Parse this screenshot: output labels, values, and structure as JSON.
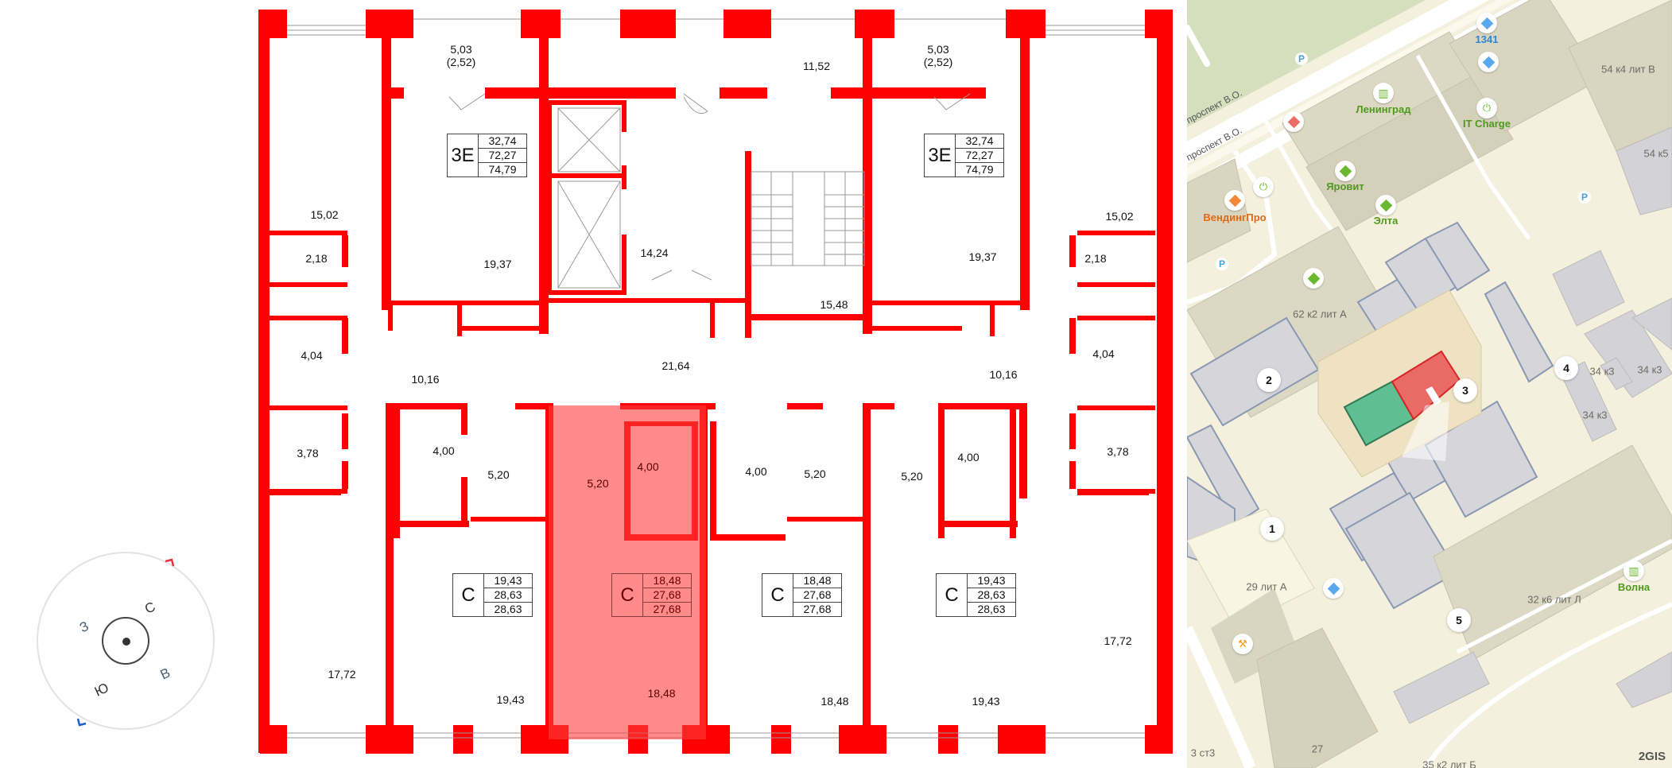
{
  "floor_plan": {
    "wall_color": "#ff0000",
    "highlight_color": "#ff7b7b",
    "units": [
      {
        "id": "unit-3e-left",
        "type": "3E",
        "areas": [
          "32,74",
          "72,27",
          "74,79"
        ],
        "highlighted": false
      },
      {
        "id": "unit-3e-right",
        "type": "3E",
        "areas": [
          "32,74",
          "72,27",
          "74,79"
        ],
        "highlighted": false
      },
      {
        "id": "unit-c-1",
        "type": "C",
        "areas": [
          "19,43",
          "28,63",
          "28,63"
        ],
        "highlighted": false
      },
      {
        "id": "unit-c-2",
        "type": "C",
        "areas": [
          "18,48",
          "27,68",
          "27,68"
        ],
        "highlighted": true
      },
      {
        "id": "unit-c-3",
        "type": "C",
        "areas": [
          "18,48",
          "27,68",
          "27,68"
        ],
        "highlighted": false
      },
      {
        "id": "unit-c-4",
        "type": "C",
        "areas": [
          "19,43",
          "28,63",
          "28,63"
        ],
        "highlighted": false
      }
    ],
    "rooms": {
      "balcony_left": "5,03",
      "balcony_left_sub": "(2,52)",
      "balcony_right": "5,03",
      "balcony_right_sub": "(2,52)",
      "loggia_center": "11,52",
      "room_left_top": "15,02",
      "room_right_top": "15,02",
      "kitchen_left": "19,37",
      "kitchen_right": "19,37",
      "wc_left": "2,18",
      "wc_right": "2,18",
      "bath_left": "4,04",
      "bath_right": "4,04",
      "hall_left": "10,16",
      "hall_right": "10,16",
      "storage_left": "3,78",
      "storage_right": "3,78",
      "elevator_lobby": "14,24",
      "stairwell": "15,48",
      "corridor": "21,64",
      "bath_c1": "4,00",
      "hall_c1": "5,20",
      "bath_c2": "4,00",
      "hall_c2": "5,20",
      "bath_c3": "4,00",
      "hall_c3": "5,20",
      "bath_c4": "4,00",
      "hall_c4": "5,20",
      "room_left_bottom": "17,72",
      "room_right_bottom": "17,72",
      "living_c1": "19,43",
      "living_c2": "18,48",
      "living_c3": "18,48",
      "living_c4": "19,43"
    }
  },
  "compass": {
    "north": "С",
    "east": "В",
    "south": "Ю",
    "west": "З",
    "north_marker_color": "#e8323c",
    "south_marker_color": "#1a5fd6"
  },
  "map": {
    "streets": [
      "проспект В.О.",
      "проспект В.О."
    ],
    "pois": [
      {
        "label": "1341",
        "color": "#5aa9ef",
        "label_color": "#2f86cf"
      },
      {
        "label": "Ленинград",
        "color": "#6ab82f",
        "label_color": "#4f9a1e"
      },
      {
        "label": "IT Charge",
        "color": "#6ab82f",
        "label_color": "#4f9a1e"
      },
      {
        "label": "Яровит",
        "color": "#6ab82f",
        "label_color": "#4f9a1e"
      },
      {
        "label": "Элта",
        "color": "#6ab82f",
        "label_color": "#4f9a1e"
      },
      {
        "label": "ВендингПро",
        "color": "#f08838",
        "label_color": "#dc6b14"
      },
      {
        "label": "Волна",
        "color": "#6ab82f",
        "label_color": "#4f9a1e"
      }
    ],
    "addresses": [
      "54 к4 лит В",
      "54 к5",
      "62 к2 лит А",
      "34 к3",
      "34 к3",
      "34 к3",
      "29 лит А",
      "32 к6 лит Л",
      "27",
      "3 ст3",
      "35 к2 лит Б"
    ],
    "markers": [
      "1",
      "2",
      "3",
      "4",
      "5"
    ],
    "parking_label": "P",
    "logo": "2GIS",
    "highlight_building_color": "#ea6b66",
    "neighbor_building_color": "#5fbf92"
  }
}
